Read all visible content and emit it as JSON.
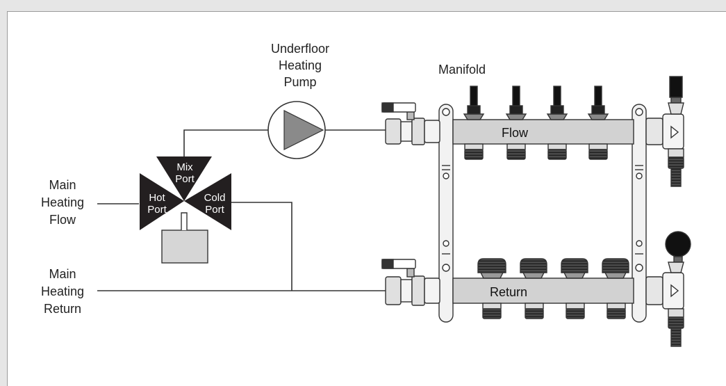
{
  "labels": {
    "pump": [
      "Underfloor",
      "Heating",
      "Pump"
    ],
    "manifold": "Manifold",
    "main_flow": [
      "Main",
      "Heating",
      "Flow"
    ],
    "main_return": [
      "Main",
      "Heating",
      "Return"
    ],
    "valve_ports": {
      "mix": [
        "Mix",
        "Port"
      ],
      "hot": [
        "Hot",
        "Port"
      ],
      "cold": [
        "Cold",
        "Port"
      ]
    },
    "flow_bar": "Flow",
    "return_bar": "Return"
  },
  "colors": {
    "line": "#333333",
    "port_fill": "#231f20",
    "pump_triangle": "#8a8a8a",
    "bar_fill": "#d2d2d2",
    "actuator_box": "#d6d6d6"
  }
}
